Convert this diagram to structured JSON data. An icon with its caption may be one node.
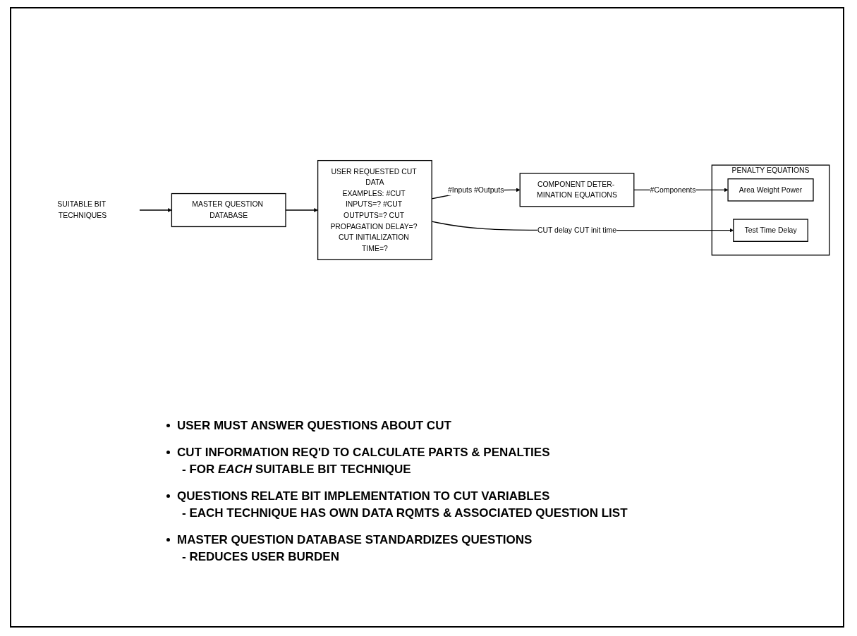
{
  "diagram": {
    "nodes": [
      {
        "text": [
          "SUITABLE BIT TECHNIQUES"
        ]
      },
      {
        "text": [
          "MASTER QUESTION DATABASE"
        ]
      },
      {
        "text": [
          "USER REQUESTED CUT DATA",
          "EXAMPLES: #CUT INPUTS=? #CUT OUTPUTS=? CUT PROPAGATION DELAY=? CUT INITIALIZATION TIME=?"
        ]
      },
      {
        "text": [
          "COMPONENT DETER- MINATION EQUATIONS"
        ]
      },
      {
        "text": [
          "PENALTY EQUATIONS"
        ]
      },
      {
        "text": [
          "Area Weight Power"
        ],
        "in": 4
      },
      {
        "text": [
          "Test Time Delay"
        ],
        "in": 4
      }
    ],
    "edges": [
      {
        "from": 0,
        "to": 1,
        "arrow": "to"
      },
      {
        "from": 1,
        "to": 2,
        "arrow": "to"
      },
      {
        "from": 2,
        "to": 3,
        "arrow": "to",
        "label": "#Inputs #Outputs"
      },
      {
        "from": 3,
        "to": 5,
        "arrow": "to",
        "label": "#Components"
      },
      {
        "from": 2,
        "to": 6,
        "arrow": "to",
        "label": "CUT delay CUT init time"
      }
    ],
    "labels": [
      "USER MUST ANSWER QUESTIONS ABOUT CUT",
      "CUT INFORMATION REQ'D TO CALCULATE PARTS & PENALTIES",
      "- FOR *EACH* SUITABLE BIT TECHNIQUE",
      "QUESTIONS RELATE BIT IMPLEMENTATION TO CUT VARIABLES",
      "- EACH TECHNIQUE HAS OWN DATA RQMTS & ASSOCIATED QUESTION LIST",
      "MASTER QUESTION DATABASE STANDARDIZES QUESTIONS",
      "- REDUCES USER BURDEN"
    ]
  }
}
